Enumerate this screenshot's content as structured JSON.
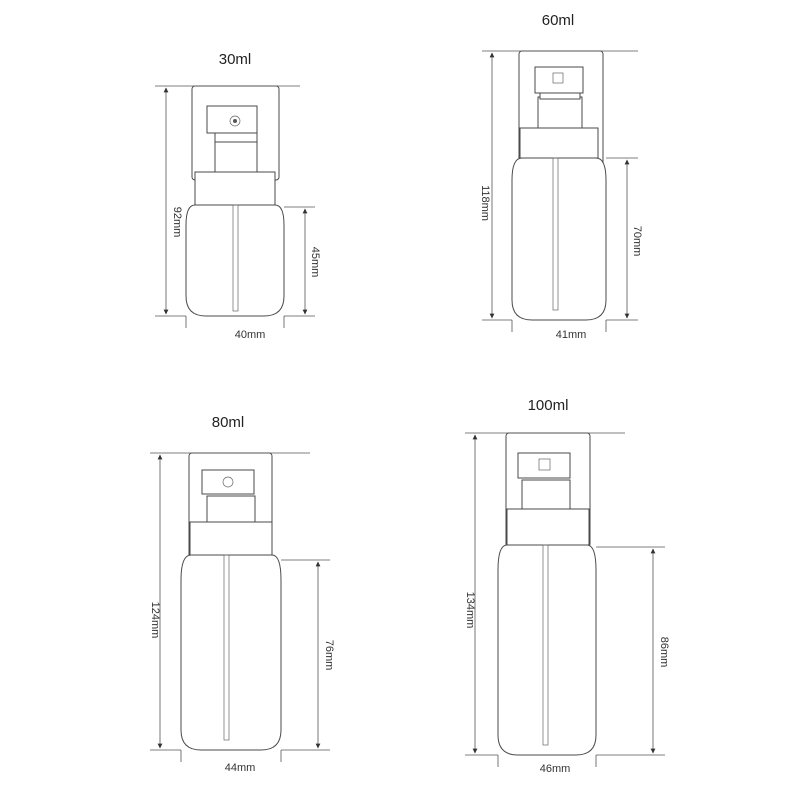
{
  "bottles": [
    {
      "capacity": "30ml",
      "height": "92mm",
      "body_height": "45mm",
      "width": "40mm"
    },
    {
      "capacity": "60ml",
      "height": "118mm",
      "body_height": "70mm",
      "width": "41mm"
    },
    {
      "capacity": "80ml",
      "height": "124mm",
      "body_height": "76mm",
      "width": "44mm"
    },
    {
      "capacity": "100ml",
      "height": "134mm",
      "body_height": "86mm",
      "width": "46mm"
    }
  ]
}
